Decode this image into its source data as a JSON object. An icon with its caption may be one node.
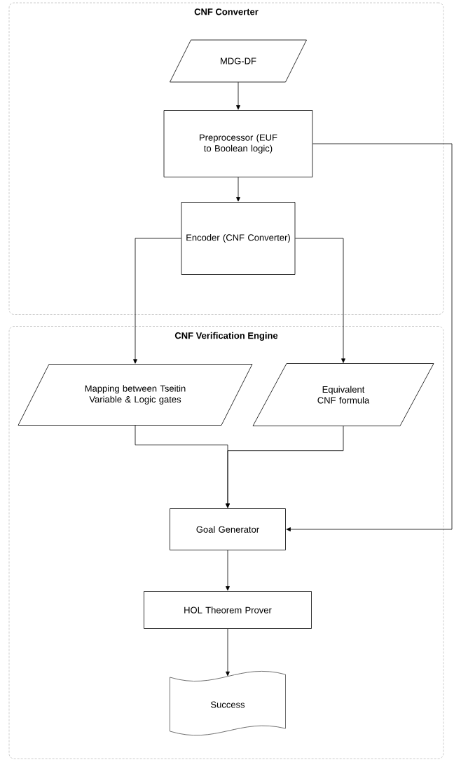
{
  "diagram": {
    "nodes": [
      {
        "text": [
          "CNF Converter"
        ]
      },
      {
        "text": [
          "MDG-DF"
        ],
        "in": 0
      },
      {
        "text": [
          "Preprocessor (EUF to Boolean logic)"
        ],
        "in": 0
      },
      {
        "text": [
          "Encoder (CNF Converter)"
        ],
        "in": 0
      },
      {
        "text": [
          "CNF Verification Engine"
        ]
      },
      {
        "text": [
          "Mapping between Tseitin Variable & Logic gates"
        ],
        "in": 4
      },
      {
        "text": [
          "Equivalent CNF formula"
        ],
        "in": 4
      },
      {
        "text": [
          "Goal Generator"
        ],
        "in": 4
      },
      {
        "text": [
          "HOL Theorem Prover"
        ],
        "in": 4
      },
      {
        "text": [
          "Success"
        ],
        "in": 4
      }
    ],
    "edges": [
      {
        "from": 1,
        "to": 2,
        "arrow": "to"
      },
      {
        "from": 2,
        "to": 3,
        "arrow": "to"
      },
      {
        "from": 3,
        "to": 5,
        "arrow": "to"
      },
      {
        "from": 3,
        "to": 6,
        "arrow": "to"
      },
      {
        "from": 5,
        "to": 7,
        "arrow": "to"
      },
      {
        "from": 6,
        "to": 7,
        "arrow": "to"
      },
      {
        "from": 2,
        "to": 7,
        "arrow": "to"
      },
      {
        "from": 7,
        "to": 8,
        "arrow": "to"
      },
      {
        "from": 8,
        "to": 9,
        "arrow": "to"
      }
    ]
  }
}
